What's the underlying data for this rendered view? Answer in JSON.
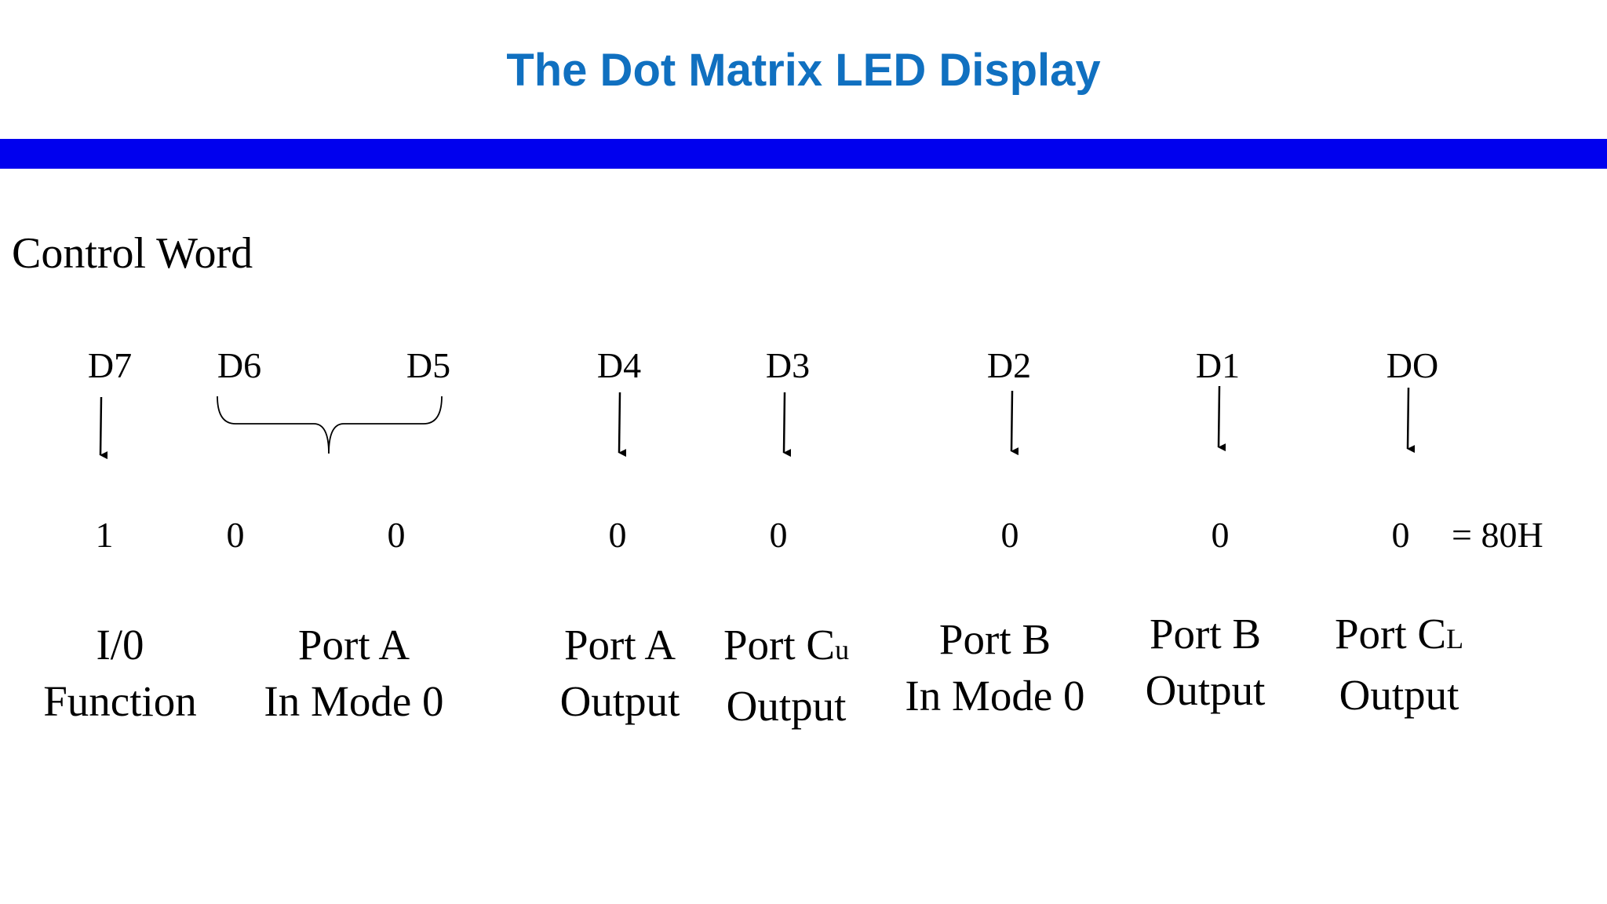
{
  "slide": {
    "title": "The Dot Matrix LED Display",
    "title_color": "#1070c0",
    "bar_color": "#0000ee",
    "subtitle": "Control Word"
  },
  "bits": [
    "D7",
    "D6",
    "D5",
    "D4",
    "D3",
    "D2",
    "D1",
    "DO"
  ],
  "values": [
    "1",
    "0",
    "0",
    "0",
    "0",
    "0",
    "0",
    "0"
  ],
  "result": "= 80H",
  "labels": {
    "io": {
      "line1": "I/0",
      "line2": "Function"
    },
    "port_a_mode": {
      "line1": "Port A",
      "line2": "In Mode 0"
    },
    "port_a_output": {
      "line1": "Port A",
      "line2": "Output"
    },
    "port_cu_output": {
      "line1_main": "Port C",
      "line1_sub": "u",
      "line2": "Output"
    },
    "port_b_mode": {
      "line1": "Port B",
      "line2": "In Mode 0"
    },
    "port_b_output": {
      "line1": "Port B",
      "line2": "Output"
    },
    "port_cl_output": {
      "line1_main": "Port C",
      "line1_sub": "L",
      "line2": "Output"
    }
  }
}
